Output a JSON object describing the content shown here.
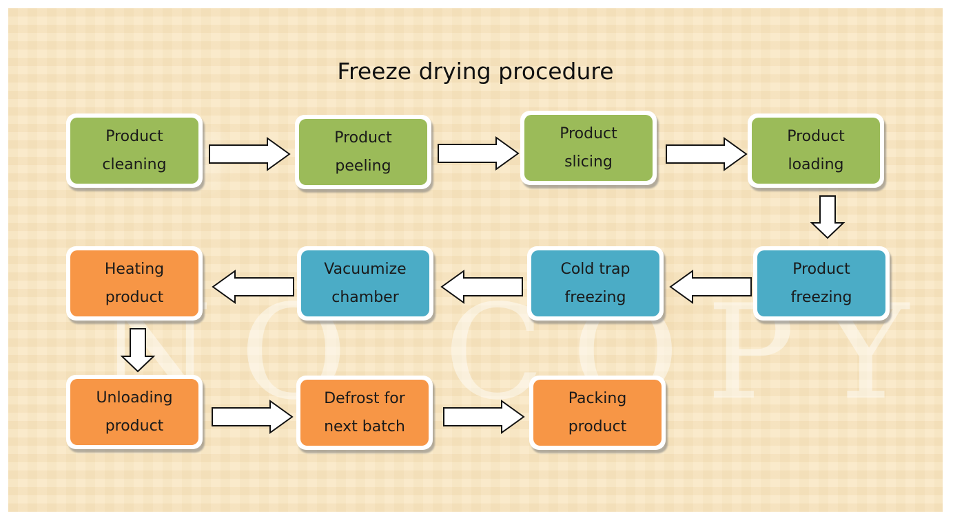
{
  "title": "Freeze drying procedure",
  "watermark": "NO COPY",
  "colors": {
    "green": "#9bbb59",
    "blue": "#4bacc6",
    "orange": "#f79646",
    "background": "#f8e8c6"
  },
  "steps": [
    {
      "label": "Product\ncleaning",
      "color": "green"
    },
    {
      "label": "Product\npeeling",
      "color": "green"
    },
    {
      "label": "Product\nslicing",
      "color": "green"
    },
    {
      "label": "Product\nloading",
      "color": "green"
    },
    {
      "label": "Product\nfreezing",
      "color": "blue"
    },
    {
      "label": "Cold trap\nfreezing",
      "color": "blue"
    },
    {
      "label": "Vacuumize\nchamber",
      "color": "blue"
    },
    {
      "label": "Heating\nproduct",
      "color": "orange"
    },
    {
      "label": "Unloading\nproduct",
      "color": "orange"
    },
    {
      "label": "Defrost for\nnext batch",
      "color": "orange"
    },
    {
      "label": "Packing\nproduct",
      "color": "orange"
    }
  ]
}
